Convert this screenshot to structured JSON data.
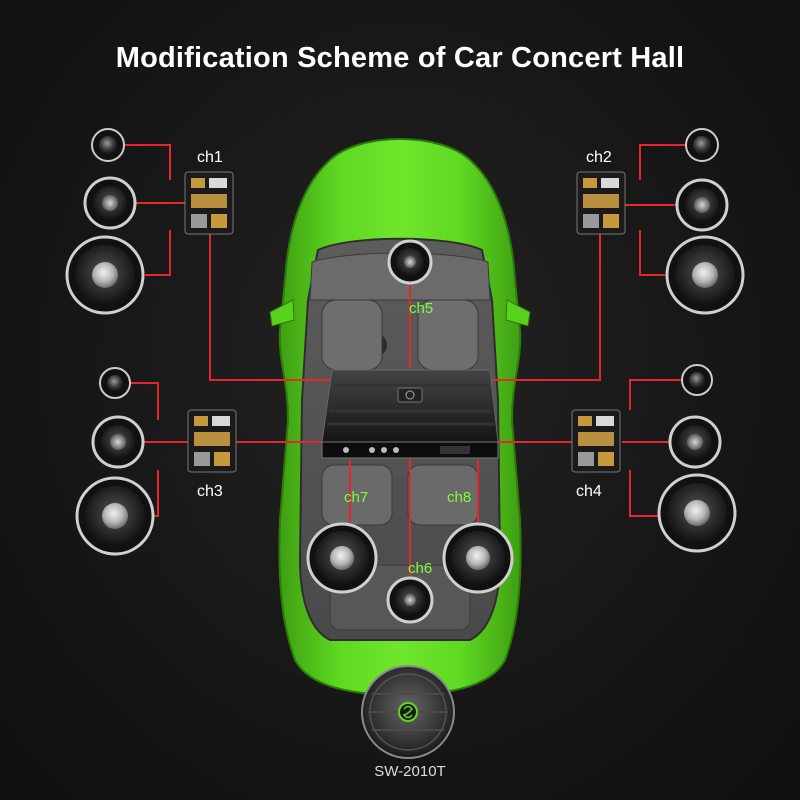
{
  "title": "Modification Scheme of Car Concert Hall",
  "channels": {
    "ch1": "ch1",
    "ch2": "ch2",
    "ch3": "ch3",
    "ch4": "ch4",
    "ch5": "ch5",
    "ch6": "ch6",
    "ch7": "ch7",
    "ch8": "ch8"
  },
  "subwoofer_label": "SW-2010T",
  "colors": {
    "background": "#161616",
    "wire": "#e5262a",
    "car_body": "#58d21e",
    "channel_label_in_car": "#7dff3a"
  }
}
